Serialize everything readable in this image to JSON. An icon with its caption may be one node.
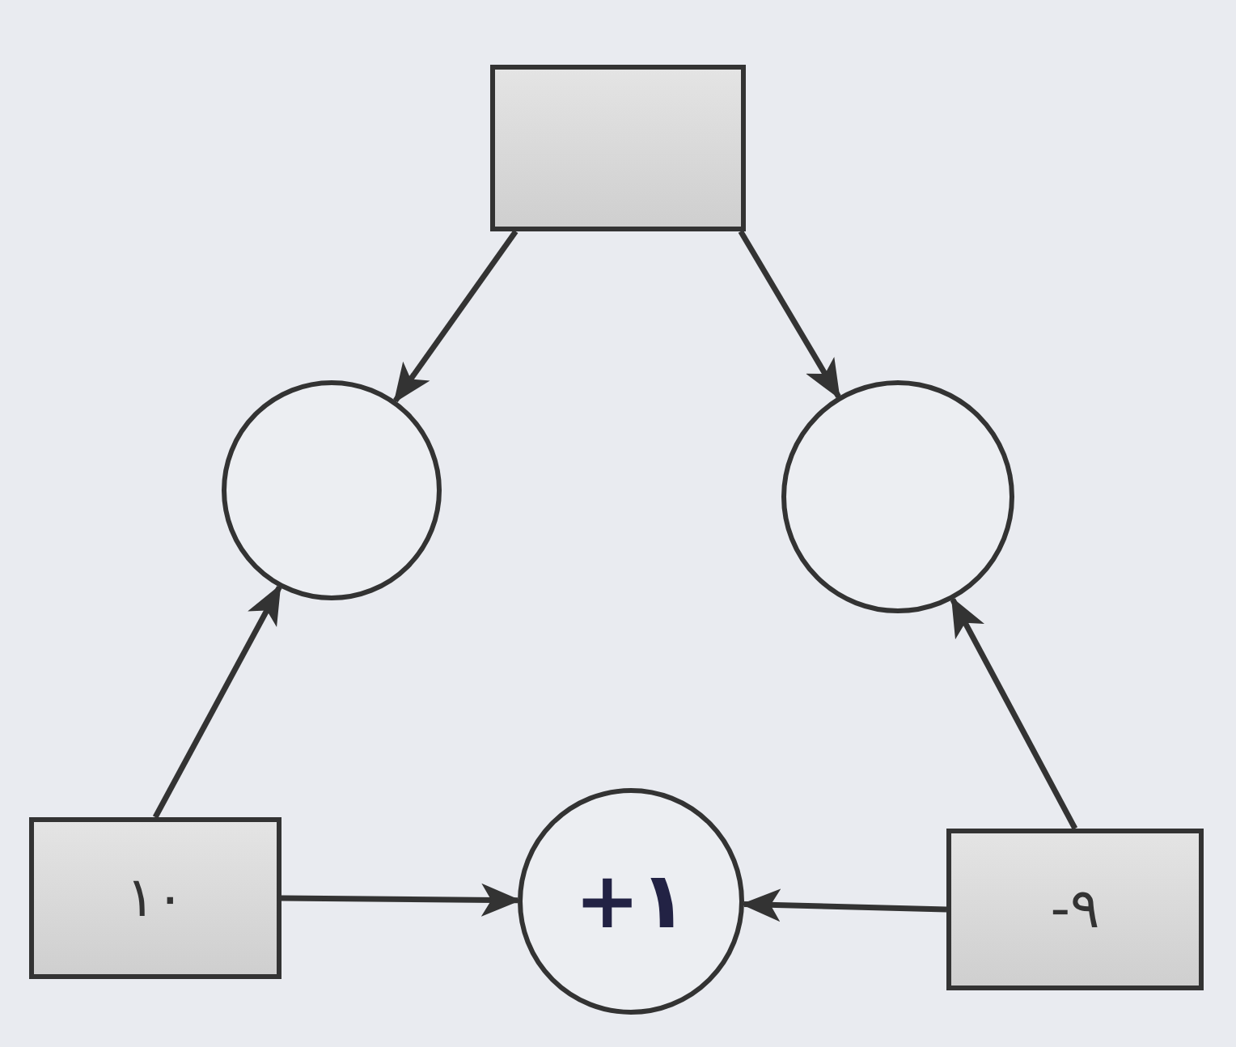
{
  "diagram": {
    "nodes": [
      {
        "text": [],
        "shape": "box"
      },
      {
        "text": [],
        "shape": "circle"
      },
      {
        "text": [],
        "shape": "circle"
      },
      {
        "text": [
          "۱۰"
        ]
      },
      {
        "text": [
          "+۱"
        ]
      },
      {
        "text": [
          "-۹"
        ]
      }
    ],
    "edges": [
      {
        "from": 0,
        "to": 1,
        "arrow": "to"
      },
      {
        "from": 0,
        "to": 2,
        "arrow": "to"
      },
      {
        "from": 3,
        "to": 1,
        "arrow": "to"
      },
      {
        "from": 5,
        "to": 2,
        "arrow": "to"
      },
      {
        "from": 3,
        "to": 4,
        "arrow": "to"
      },
      {
        "from": 5,
        "to": 4,
        "arrow": "to"
      }
    ]
  }
}
